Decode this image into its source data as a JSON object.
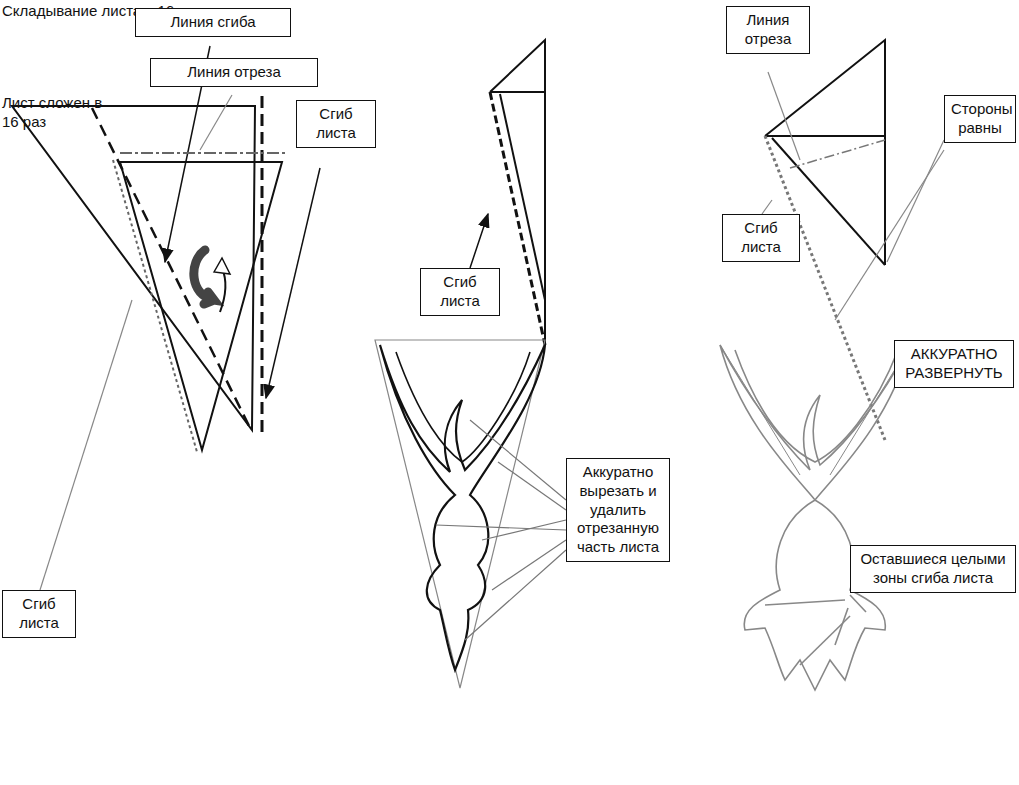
{
  "diagram": {
    "title": "Складывание листа в 16 раз",
    "nodes": [
      {
        "text": [
          "Линия сгиба"
        ]
      },
      {
        "text": [
          "Сгиб листа"
        ]
      },
      {
        "text": [
          "Сгиб листа"
        ]
      },
      {
        "text": [
          "Линия отреза"
        ]
      },
      {
        "text": [
          "Стороны равны"
        ]
      },
      {
        "text": [
          "Сгиб листа"
        ]
      },
      {
        "text": [
          "Линия отреза"
        ]
      },
      {
        "text": [
          "Сгиб листа"
        ]
      },
      {
        "text": [
          "АККУРАТНО РАЗВЕРНУТЬ"
        ]
      },
      {
        "text": [
          "Аккуратно вырезать и удалить отрезанную часть листа"
        ]
      },
      {
        "text": [
          "Оставшиеся целыми зоны сгиба листа"
        ]
      }
    ],
    "labels": [
      "Лист сложен в 16 раз"
    ]
  }
}
